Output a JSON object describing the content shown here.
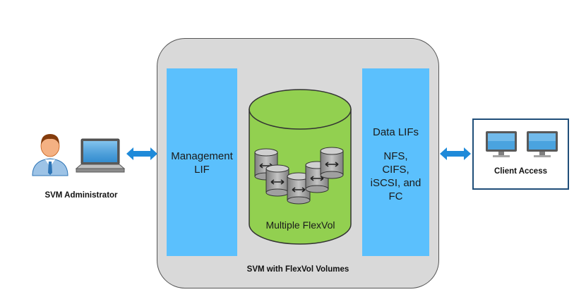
{
  "svm": {
    "caption": "SVM with FlexVol Volumes",
    "management_lif": "Management\nLIF",
    "data_lifs_title": "Data LIFs",
    "data_lifs_protocols": "NFS,\nCIFS,\niSCSI, and\nFC",
    "flexvol_label": "Multiple FlexVol"
  },
  "admin": {
    "label": "SVM Administrator"
  },
  "client": {
    "label": "Client Access"
  },
  "colors": {
    "lif_blue": "#5bc0fd",
    "container_green": "#92d050",
    "volume_gray": "#a6a6a6",
    "arrow_blue": "#1f8ad9",
    "client_border": "#1f4e79",
    "svm_gray": "#d9d9d9"
  },
  "icons": [
    "administrator-person-icon",
    "laptop-icon",
    "desktop-monitor-icon",
    "double-arrow-icon",
    "flexvol-volume-icon"
  ]
}
